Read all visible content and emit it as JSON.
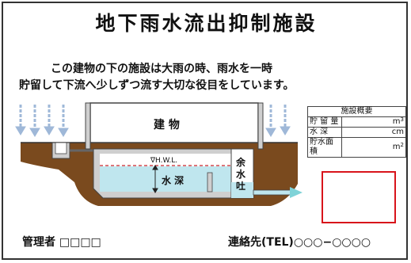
{
  "title": "地下雨水流出抑制施設",
  "description": {
    "line1": "この建物の下の施設は大雨の時、雨水を一時",
    "line2": "貯留して下流へ少しずつ流す大切な役目をしています。"
  },
  "diagram": {
    "building_label": "建 物",
    "hwl_label": "∇H.W.L.",
    "depth_label": "水 深",
    "spillway_label": [
      "余",
      "水",
      "吐"
    ]
  },
  "spec_table": {
    "header": "施設概要",
    "rows": [
      {
        "label": "貯 留 量",
        "unit": "m",
        "sup": "3"
      },
      {
        "label": "水   深",
        "unit": "cm",
        "sup": ""
      },
      {
        "label": "貯水面積",
        "unit": "m",
        "sup": "2"
      }
    ]
  },
  "footer": {
    "manager": "管理者 □□□□",
    "contact": "連絡先(TEL)○○○−○○○○"
  },
  "colors": {
    "soil": "#7a4a1e",
    "concrete": "#cfcfcf",
    "water": "#bfe6ee",
    "rain": "#9fb8d8",
    "hwl_line": "#c8252b",
    "red_box": "#d8141b"
  }
}
